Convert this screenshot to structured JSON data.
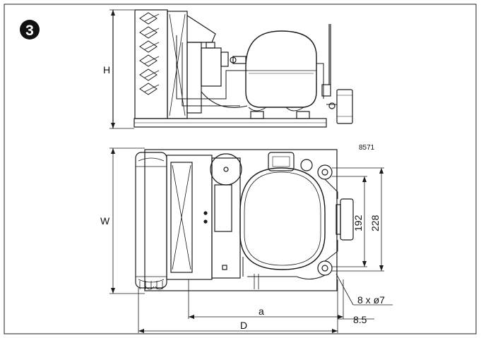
{
  "badge": {
    "number": "3"
  },
  "labels": {
    "height": "H",
    "width": "W",
    "depth": "D",
    "dim_a": "a",
    "ref_code": "8571",
    "dim_192": "192",
    "dim_228": "228",
    "holes": "8 x ø7",
    "dim_8_5": "8.5"
  },
  "colors": {
    "line": "#1a1a1a",
    "badge_bg": "#111111",
    "badge_fg": "#ffffff",
    "hatch": "#3a3a3a"
  }
}
